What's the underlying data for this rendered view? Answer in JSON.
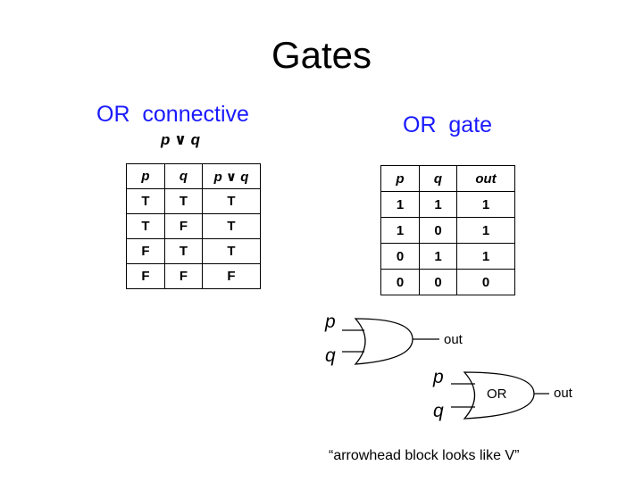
{
  "title": "Gates",
  "left": {
    "heading": "OR  connective",
    "expression": "p ∨ q",
    "table": {
      "headers": [
        "p",
        "q",
        "p ∨ q"
      ],
      "rows": [
        [
          "T",
          "T",
          "T"
        ],
        [
          "T",
          "F",
          "T"
        ],
        [
          "F",
          "T",
          "T"
        ],
        [
          "F",
          "F",
          "F"
        ]
      ]
    }
  },
  "right": {
    "heading": "OR  gate",
    "table": {
      "headers": [
        "p",
        "q",
        "out"
      ],
      "rows": [
        [
          "1",
          "1",
          "1"
        ],
        [
          "1",
          "0",
          "1"
        ],
        [
          "0",
          "1",
          "1"
        ],
        [
          "0",
          "0",
          "0"
        ]
      ]
    }
  },
  "gate1": {
    "input_p": "p",
    "input_q": "q",
    "output": "out"
  },
  "gate2": {
    "input_p": "p",
    "input_q": "q",
    "output": "out",
    "body_label": "OR"
  },
  "caption": "“arrowhead block looks like V”",
  "colors": {
    "heading": "#1a1aff",
    "text": "#000000"
  }
}
